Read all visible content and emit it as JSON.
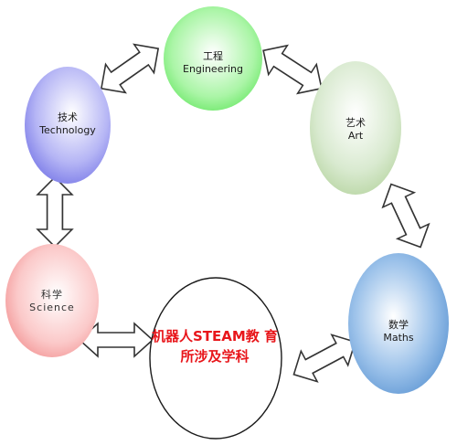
{
  "nodes": {
    "engineering": {
      "zh": "工程",
      "en": "Engineering",
      "color": "#7df07a"
    },
    "technology": {
      "zh": "技术",
      "en": "Technology",
      "color": "#8f8ff0"
    },
    "art": {
      "zh": "艺术",
      "en": "Art",
      "color": "#c8e0b4"
    },
    "science": {
      "zh": "科学",
      "en": "Science",
      "color": "#f7a7a7"
    },
    "maths": {
      "zh": "数学",
      "en": "Maths",
      "color": "#6fa4da"
    }
  },
  "center": {
    "line1": "机器人STEAM教",
    "line2": "育",
    "line3": "所涉及学科",
    "color": "#e8161b"
  }
}
